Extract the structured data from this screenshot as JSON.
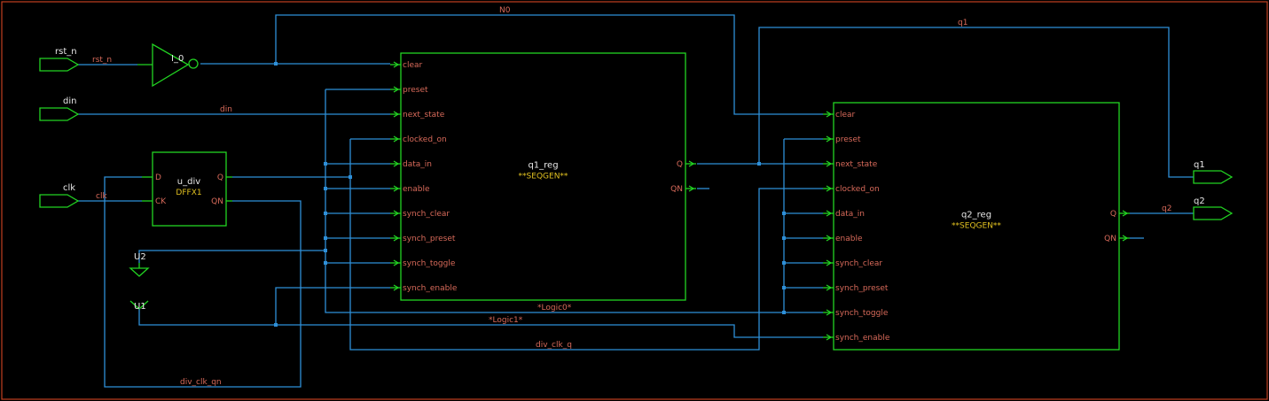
{
  "ports_in": [
    {
      "name": "rst_n"
    },
    {
      "name": "din"
    },
    {
      "name": "clk"
    }
  ],
  "ports_out": [
    {
      "name": "q1"
    },
    {
      "name": "q2"
    }
  ],
  "cells": {
    "inverter": {
      "name": "I_0"
    },
    "divider": {
      "name": "u_div",
      "type": "DFFX1",
      "pins": [
        "D",
        "CK",
        "Q",
        "QN"
      ]
    },
    "q1_reg": {
      "name": "q1_reg",
      "type": "**SEQGEN**"
    },
    "q2_reg": {
      "name": "q2_reg",
      "type": "**SEQGEN**"
    },
    "tie_low": {
      "name": "U2"
    },
    "tie_high": {
      "name": "U1"
    }
  },
  "seqgen_inputs": [
    "clear",
    "preset",
    "next_state",
    "clocked_on",
    "data_in",
    "enable",
    "synch_clear",
    "synch_preset",
    "synch_toggle",
    "synch_enable"
  ],
  "seqgen_outputs": [
    "Q",
    "QN"
  ],
  "nets": {
    "rst_n": "rst_n",
    "din": "din",
    "clk": "clk",
    "n0": "N0",
    "q1": "q1",
    "q2": "q2",
    "logic0": "*Logic0*",
    "logic1": "*Logic1*",
    "div_clk_q": "div_clk_q",
    "div_clk_qn": "div_clk_qn"
  },
  "colors": {
    "background": "#000000",
    "frame": "#c04020",
    "component": "#22d422",
    "wire": "#2e8fd8",
    "pin_label": "#d86a5a",
    "instance_label": "#e8e8e8",
    "type_label": "#e0c020"
  }
}
